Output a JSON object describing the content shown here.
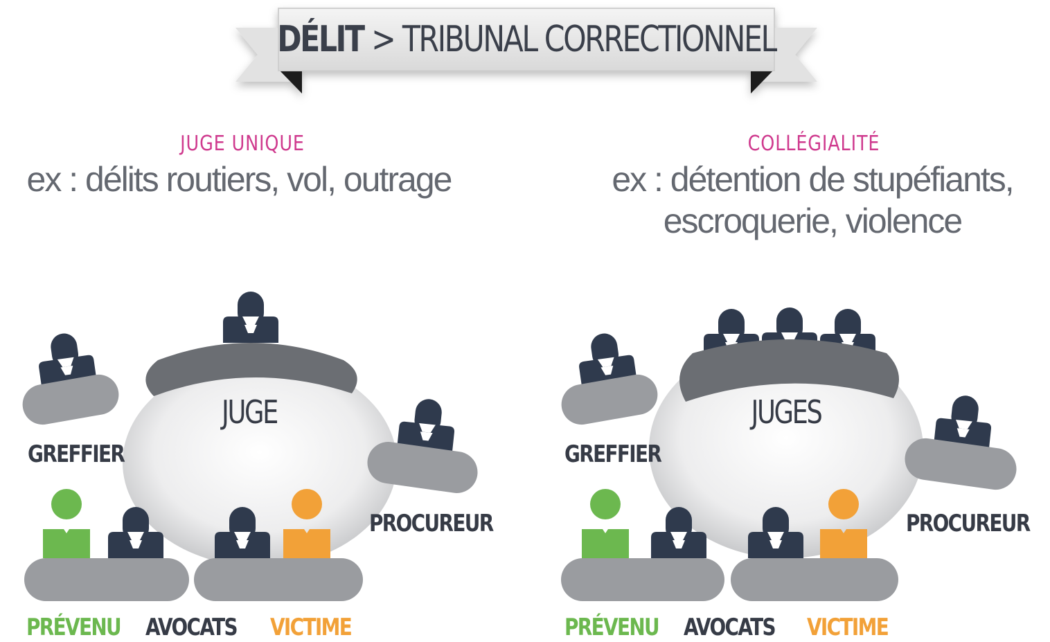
{
  "banner": {
    "bold": "DÉLIT",
    "separator": ">",
    "rest": "TRIBUNAL CORRECTIONNEL"
  },
  "left": {
    "heading": "JUGE UNIQUE",
    "example": "ex : délits routiers, vol, outrage",
    "center_label": "JUGE",
    "greffier": "GREFFIER",
    "procureur": "PROCUREUR",
    "prevenu": "PRÉVENU",
    "avocats": "AVOCATS",
    "victime": "VICTIME"
  },
  "right": {
    "heading": "COLLÉGIALITÉ",
    "example_line1": "ex : détention de stupéfiants,",
    "example_line2": "escroquerie, violence",
    "center_label": "JUGES",
    "greffier": "GREFFIER",
    "procureur": "PROCUREUR",
    "prevenu": "PRÉVENU",
    "avocats": "AVOCATS",
    "victime": "VICTIME"
  },
  "colors": {
    "heading": "#cf3a8e",
    "figure": "#2f3a4d",
    "prevenu": "#6cb84f",
    "victime": "#f2a138",
    "table_dark": "#6b6e73",
    "table_light": "#9a9ca0",
    "text_gray": "#646870"
  },
  "icons": [
    "person-robe-icon",
    "person-plain-icon",
    "ribbon-banner-icon"
  ]
}
